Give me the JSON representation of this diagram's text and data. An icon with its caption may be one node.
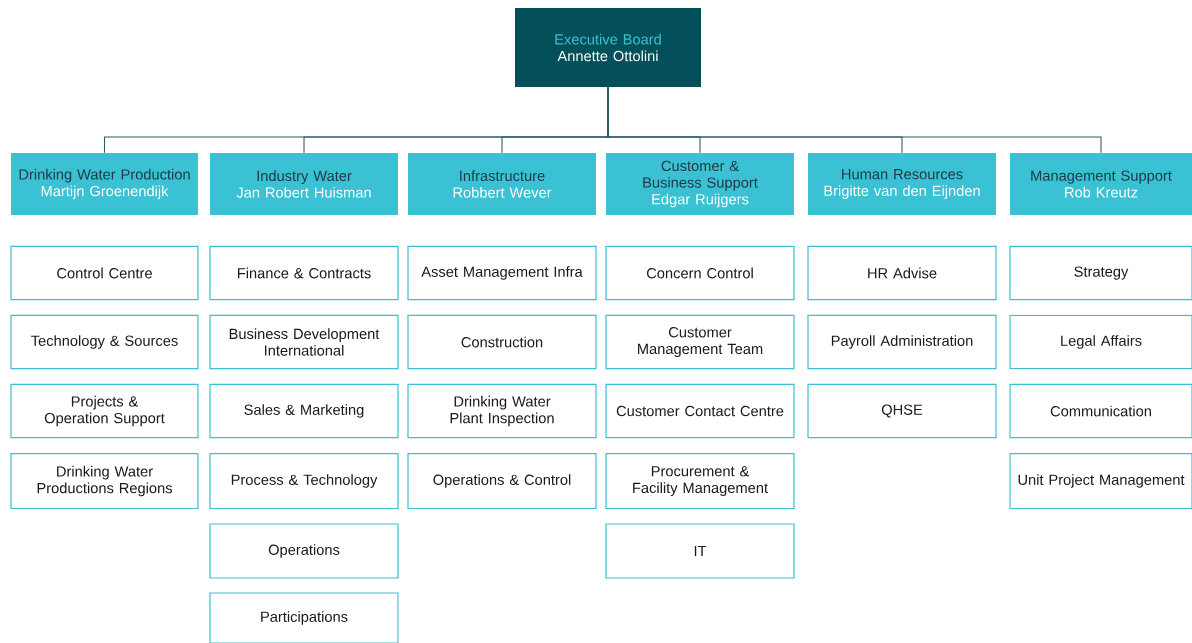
{
  "diagram": {
    "nodes": [
      {
        "text": [
          "Executive Board",
          "Annette Ottolini"
        ]
      },
      {
        "text": [
          "Drinking Water Production",
          "Martijn Groenendijk"
        ]
      },
      {
        "text": [
          "Industry Water",
          "Jan Robert Huisman"
        ]
      },
      {
        "text": [
          "Infrastructure",
          "Robbert Wever"
        ]
      },
      {
        "text": [
          "Customer & Business Support",
          "Edgar Ruijgers"
        ]
      },
      {
        "text": [
          "Human Resources",
          "Brigitte van den Eijnden"
        ]
      },
      {
        "text": [
          "Management Support",
          "Rob Kreutz"
        ]
      },
      {
        "text": [
          "Control Centre"
        ]
      },
      {
        "text": [
          "Technology & Sources"
        ]
      },
      {
        "text": [
          "Projects & Operation Support"
        ]
      },
      {
        "text": [
          "Drinking Water Productions Regions"
        ]
      },
      {
        "text": [
          "Finance & Contracts"
        ]
      },
      {
        "text": [
          "Business Development International"
        ]
      },
      {
        "text": [
          "Sales & Marketing"
        ]
      },
      {
        "text": [
          "Process & Technology"
        ]
      },
      {
        "text": [
          "Operations"
        ]
      },
      {
        "text": [
          "Participations"
        ]
      },
      {
        "text": [
          "Asset Management Infra"
        ]
      },
      {
        "text": [
          "Construction"
        ]
      },
      {
        "text": [
          "Drinking Water Plant Inspection"
        ]
      },
      {
        "text": [
          "Operations & Control"
        ]
      },
      {
        "text": [
          "Concern Control"
        ]
      },
      {
        "text": [
          "Customer Management Team"
        ]
      },
      {
        "text": [
          "Customer Contact Centre"
        ]
      },
      {
        "text": [
          "Procurement & Facility Management"
        ]
      },
      {
        "text": [
          "IT"
        ]
      },
      {
        "text": [
          "HR Advise"
        ]
      },
      {
        "text": [
          "Payroll Administration"
        ]
      },
      {
        "text": [
          "QHSE"
        ]
      },
      {
        "text": [
          "Strategy"
        ]
      },
      {
        "text": [
          "Legal Affairs"
        ]
      },
      {
        "text": [
          "Communication"
        ]
      },
      {
        "text": [
          "Unit Project Management"
        ]
      }
    ],
    "edges": [
      {
        "from": 0,
        "to": 1,
        "arrow": "none"
      },
      {
        "from": 0,
        "to": 2,
        "arrow": "none"
      },
      {
        "from": 0,
        "to": 3,
        "arrow": "none"
      },
      {
        "from": 0,
        "to": 4,
        "arrow": "none"
      },
      {
        "from": 0,
        "to": 5,
        "arrow": "none"
      },
      {
        "from": 0,
        "to": 6,
        "arrow": "none"
      }
    ]
  }
}
